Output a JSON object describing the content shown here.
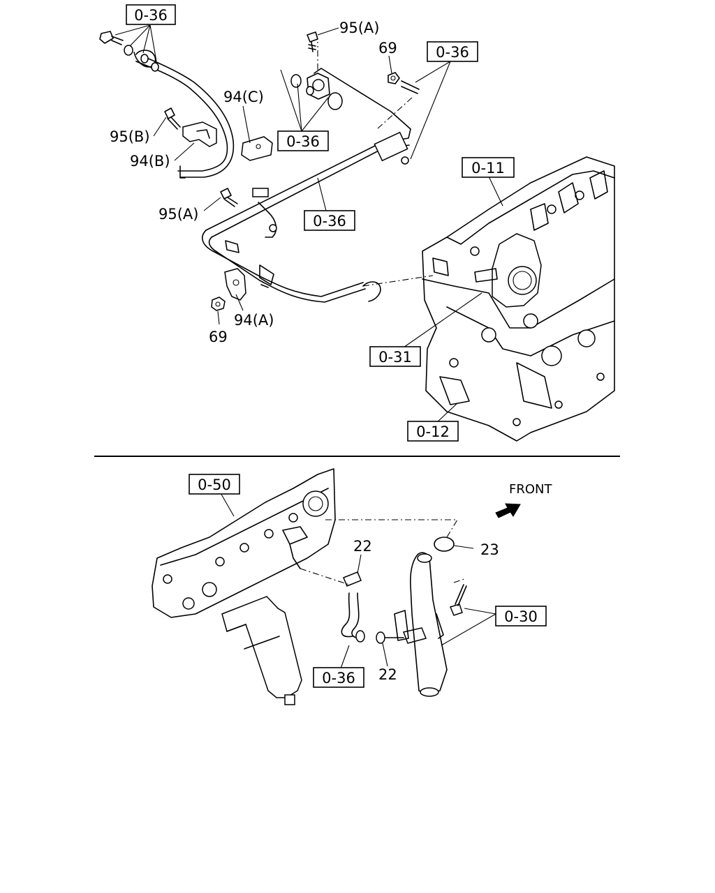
{
  "refs": {
    "top_left_036": "0-36",
    "bolt_95a_top": "95(A)",
    "nut_69_top": "69",
    "top_right_036": "0-36",
    "label_94c": "94(C)",
    "mid_036": "0-36",
    "label_95b": "95(B)",
    "label_94b": "94(B)",
    "label_011": "0-11",
    "label_95a_left": "95(A)",
    "pipe_036": "0-36",
    "label_94a": "94(A)",
    "label_69_bottom": "69",
    "label_031": "0-31",
    "label_012": "0-12",
    "label_050": "0-50",
    "front": "FRONT",
    "label_22_top": "22",
    "label_23": "23",
    "label_030": "0-30",
    "hose_036": "0-36",
    "label_22_bottom": "22"
  },
  "icons": {
    "front_arrow": "front-direction-arrow-icon"
  }
}
